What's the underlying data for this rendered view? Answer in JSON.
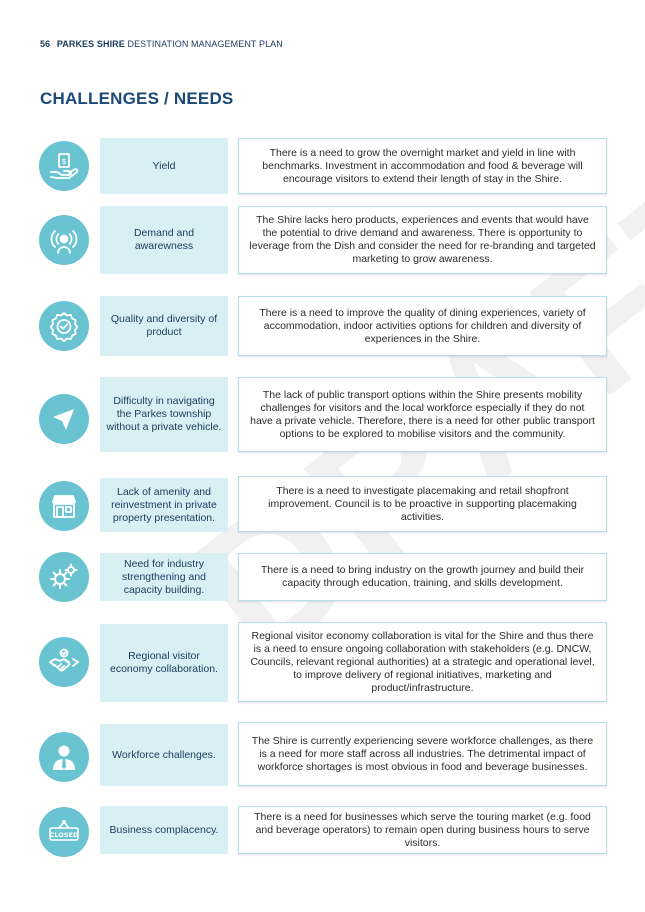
{
  "header": {
    "page_number": "56",
    "doc_title_bold": "PARKES SHIRE",
    "doc_title_rest": "DESTINATION MANAGEMENT PLAN"
  },
  "title": "CHALLENGES / NEEDS",
  "watermark": "DRAFT",
  "colors": {
    "icon_bg": "#6ac3d1",
    "label_bg": "#d8f0f4",
    "title": "#1b4a78",
    "border": "#b9dfe6"
  },
  "rows": [
    {
      "icon": "hand-money-icon",
      "label": "Yield",
      "description": "There is a need to grow the overnight market and yield in line with benchmarks. Investment in accommodation and food & beverage will encourage visitors to extend their length of stay in the Shire."
    },
    {
      "icon": "person-broadcast-icon",
      "label": "Demand and awarewness",
      "description": "The Shire lacks hero products, experiences and events that would have the potential to drive demand and awareness. There is opportunity to leverage from the Dish and consider the need for re-branding and targeted marketing to grow awareness."
    },
    {
      "icon": "quality-badge-icon",
      "label": "Quality and diversity of product",
      "description": "There is a need to improve the quality of dining experiences, variety of accommodation, indoor activities options for children and diversity of experiences in the Shire."
    },
    {
      "icon": "navigation-arrow-icon",
      "label": "Difficulty in navigating the Parkes township without a private vehicle.",
      "description": "The lack of public transport options within the Shire presents mobility challenges for visitors and the local workforce especially if they do not have a private vehicle. Therefore, there is a need for other public transport options to be explored to mobilise visitors and the community."
    },
    {
      "icon": "storefront-icon",
      "label": "Lack of amenity and reinvestment in private property presentation.",
      "description": "There is a need to investigate placemaking and retail shopfront improvement. Council is to be proactive in supporting placemaking activities."
    },
    {
      "icon": "gears-icon",
      "label": "Need for industry strengthening and capacity building.",
      "description": "There is a need to bring industry on the growth journey and build their capacity through education, training, and skills development."
    },
    {
      "icon": "handshake-icon",
      "label": "Regional visitor economy collaboration.",
      "description": "Regional visitor economy collaboration is vital for the Shire and thus there is a need to ensure ongoing collaboration with stakeholders (e.g. DNCW, Councils, relevant regional authorities) at a strategic and operational level, to improve delivery of regional initiatives, marketing and product/infrastructure."
    },
    {
      "icon": "worker-icon",
      "label": "Workforce challenges.",
      "description": "The Shire is currently experiencing severe workforce challenges, as there is a need for more staff across all industries. The detrimental impact of workforce shortages is most obvious in food and beverage businesses."
    },
    {
      "icon": "closed-sign-icon",
      "label": "Business complacency.",
      "icon_text": "CLOSED",
      "description": "There is a need for businesses which serve the touring market (e.g. food and beverage operators) to remain open during business hours to serve visitors."
    }
  ]
}
